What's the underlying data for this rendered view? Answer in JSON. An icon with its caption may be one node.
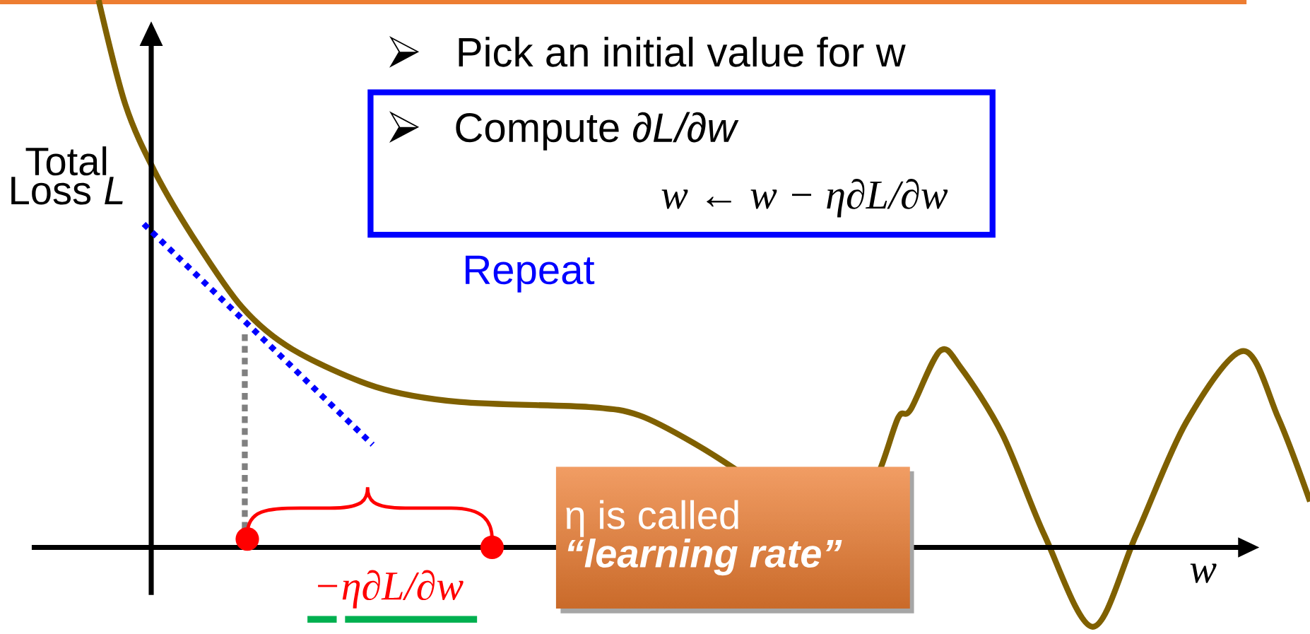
{
  "diagram": {
    "nodes": [
      {
        "text": [
          "Compute *∂L/∂w*",
          "w ← w − η∂L/∂w"
        ]
      },
      {
        "text": [
          "η is called **“learning rate”**"
        ]
      }
    ],
    "labels": [
      "Pick an initial value for w",
      "Total Loss *L*",
      "Repeat",
      "−η∂L/∂w",
      "w"
    ]
  }
}
